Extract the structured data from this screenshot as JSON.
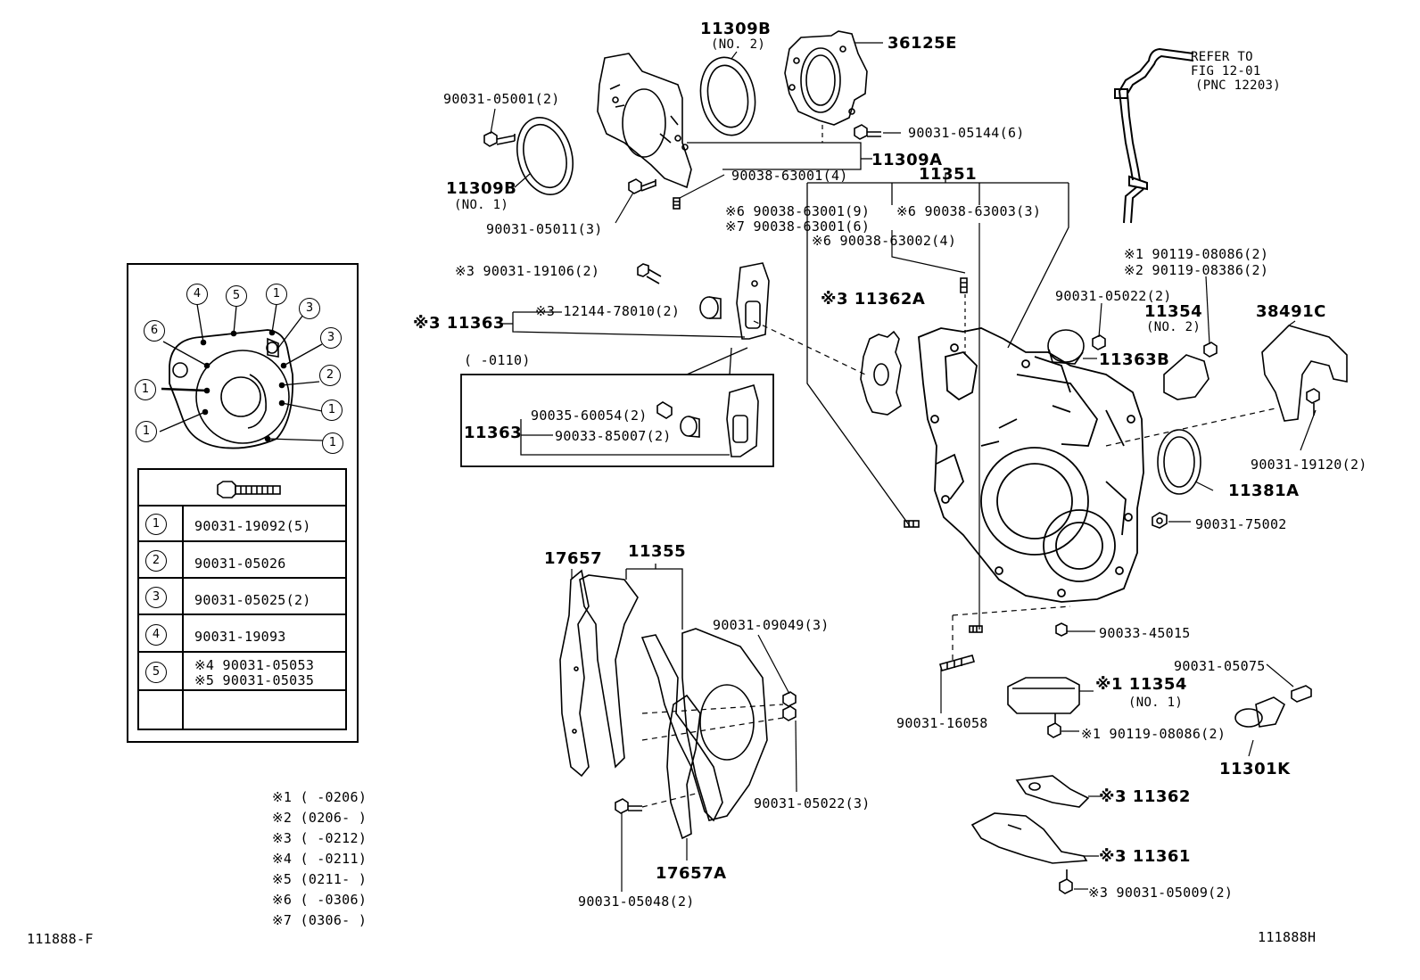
{
  "labels": {
    "p11309b_no2": "11309B",
    "p11309b_no2_sub": "(NO. 2)",
    "p36125e": "36125E",
    "refer": "REFER TO",
    "refer_fig": "FIG 12-01",
    "refer_pnc": "(PNC 12203)",
    "p90031_05001": "90031-05001(2)",
    "p90031_05144": "90031-05144(6)",
    "p11309a": "11309A",
    "p90038_63001_4": "90038-63001(4)",
    "p11351": "11351",
    "p11309b_no1": "11309B",
    "p11309b_no1_sub": "(NO. 1)",
    "p90031_05011": "90031-05011(3)",
    "p90038_63001_9": "※6 90038-63001(9)",
    "p90038_63001_6": "※7 90038-63001(6)",
    "p90038_63003": "※6 90038-63003(3)",
    "p90038_63002": "※6 90038-63002(4)",
    "p90119_08086_top": "※1 90119-08086(2)",
    "p90119_08386": "※2 90119-08386(2)",
    "p90031_19106": "※3 90031-19106(2)",
    "p11363_top": "※3 11363",
    "p12144_78010": "※3 12144-78010(2)",
    "p11362a": "※3 11362A",
    "p90031_05022_top": "90031-05022(2)",
    "p11354_no2": "11354",
    "p11354_no2_sub": "(NO. 2)",
    "p38491c": "38491C",
    "p11363b": "11363B",
    "box_range": "(     -0110)",
    "p90035_60054": "90035-60054(2)",
    "p11363_box": "11363",
    "p90033_85007": "90033-85007(2)",
    "p90031_19120": "90031-19120(2)",
    "p11381a": "11381A",
    "p90031_75002": "90031-75002",
    "p17657": "17657",
    "p11355": "11355",
    "p90031_09049": "90031-09049(3)",
    "p90033_45015": "90033-45015",
    "p90031_05075": "90031-05075",
    "p11354_no1": "※1 11354",
    "p11354_no1_sub": "(NO. 1)",
    "p90031_16058": "90031-16058",
    "p90119_08086_bot": "※1 90119-08086(2)",
    "p11301k": "11301K",
    "p90031_05022_bot": "90031-05022(3)",
    "p11362": "※3 11362",
    "p11361": "※3 11361",
    "p17657a": "17657A",
    "p90031_05009": "※3 90031-05009(2)",
    "p90031_05048": "90031-05048(2)",
    "code_left": "111888-F",
    "code_right": "111888H"
  },
  "bolt_legend": {
    "markers": [
      "4",
      "5",
      "1",
      "6",
      "3",
      "3",
      "1",
      "2",
      "1",
      "1",
      "1"
    ],
    "rows": [
      {
        "num": "1",
        "part": "90031-19092(5)"
      },
      {
        "num": "2",
        "part": "90031-05026"
      },
      {
        "num": "3",
        "part": "90031-05025(2)"
      },
      {
        "num": "4",
        "part": "90031-19093"
      },
      {
        "num": "5",
        "part": "※4 90031-05053",
        "part2": "※5 90031-05035"
      }
    ]
  },
  "footnotes": [
    "※1 (      -0206)",
    "※2 (0206-      )",
    "※3 (      -0212)",
    "※4 (      -0211)",
    "※5 (0211-      )",
    "※6 (      -0306)",
    "※7 (0306-      )"
  ]
}
